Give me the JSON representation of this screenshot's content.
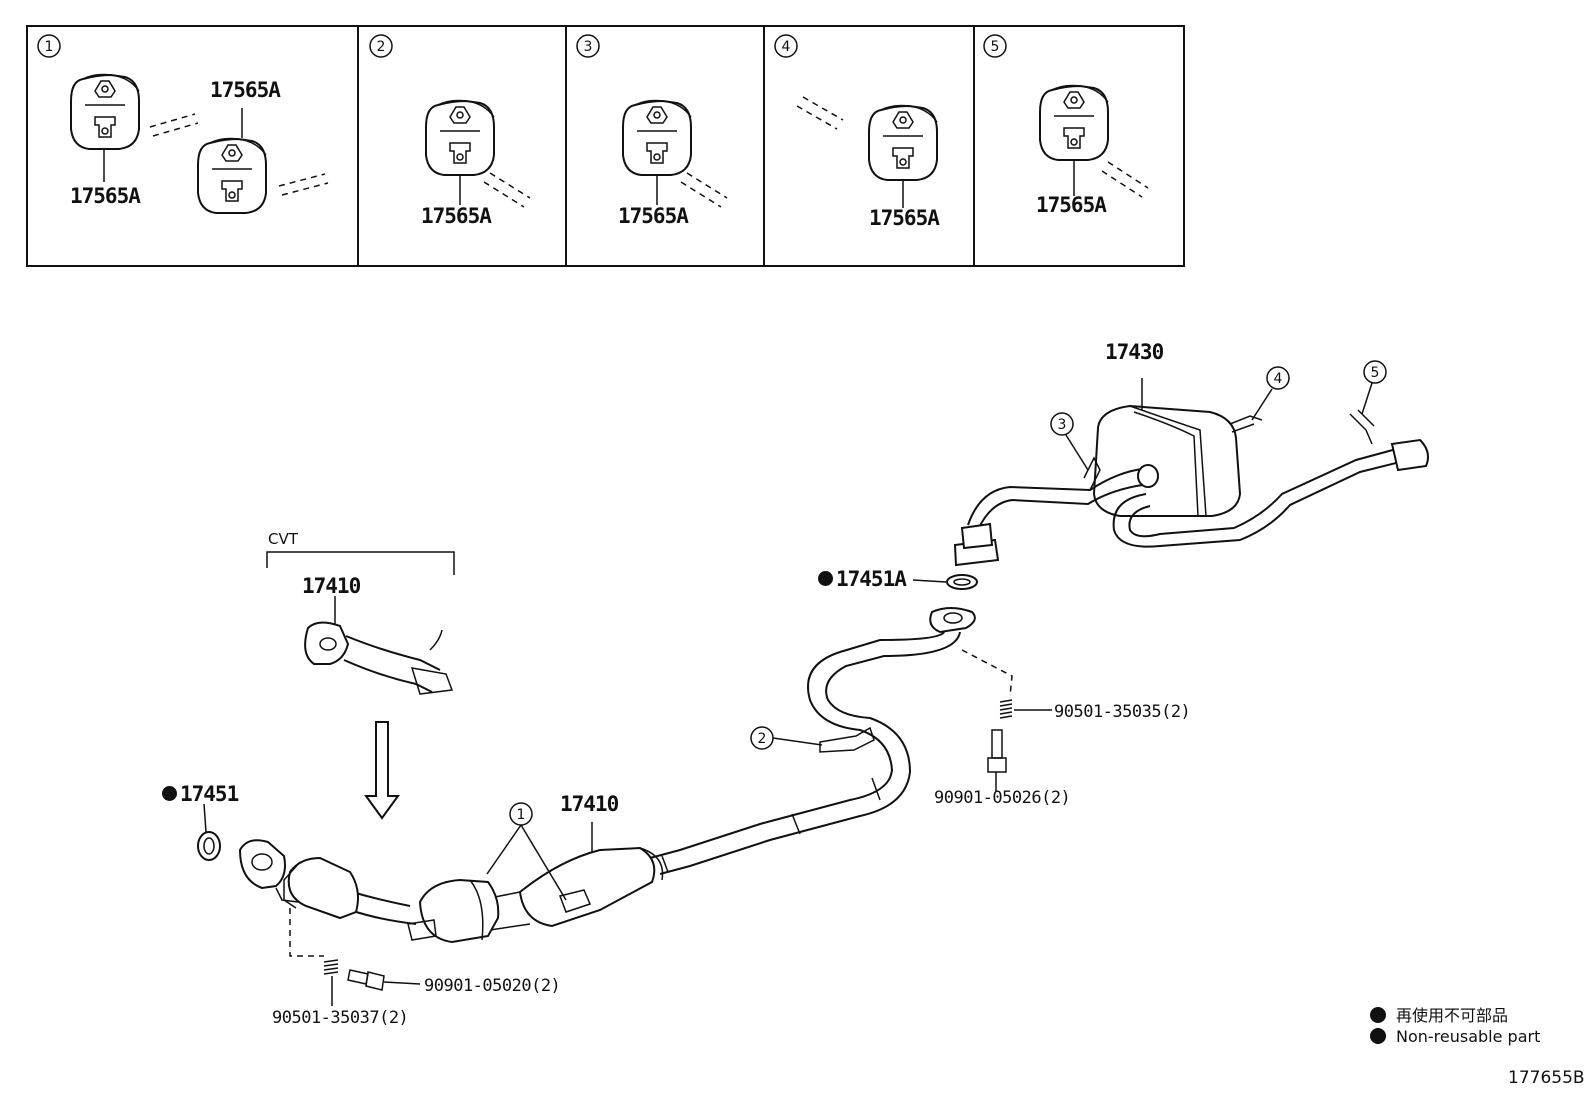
{
  "callouts": {
    "c1": "1",
    "c2": "2",
    "c3": "3",
    "c4": "4",
    "c5": "5"
  },
  "inset_labels": {
    "p1a": "17565A",
    "p1b": "17565A",
    "p2": "17565A",
    "p3": "17565A",
    "p4": "17565A",
    "p5": "17565A"
  },
  "parts": {
    "muffler": "17430",
    "gasket_rear": "17451A",
    "cvt_label": "CVT",
    "cvt_pipe": "17410",
    "gasket_front": "17451",
    "front_pipe": "17410",
    "spring_rear": "90501-35035(2)",
    "bolt_rear": "90901-05026(2)",
    "bolt_front": "90901-05020(2)",
    "spring_front": "90501-35037(2)"
  },
  "legend": {
    "jp": "再使用不可部品",
    "en": "Non-reusable part"
  },
  "diagram_code": "177655B"
}
